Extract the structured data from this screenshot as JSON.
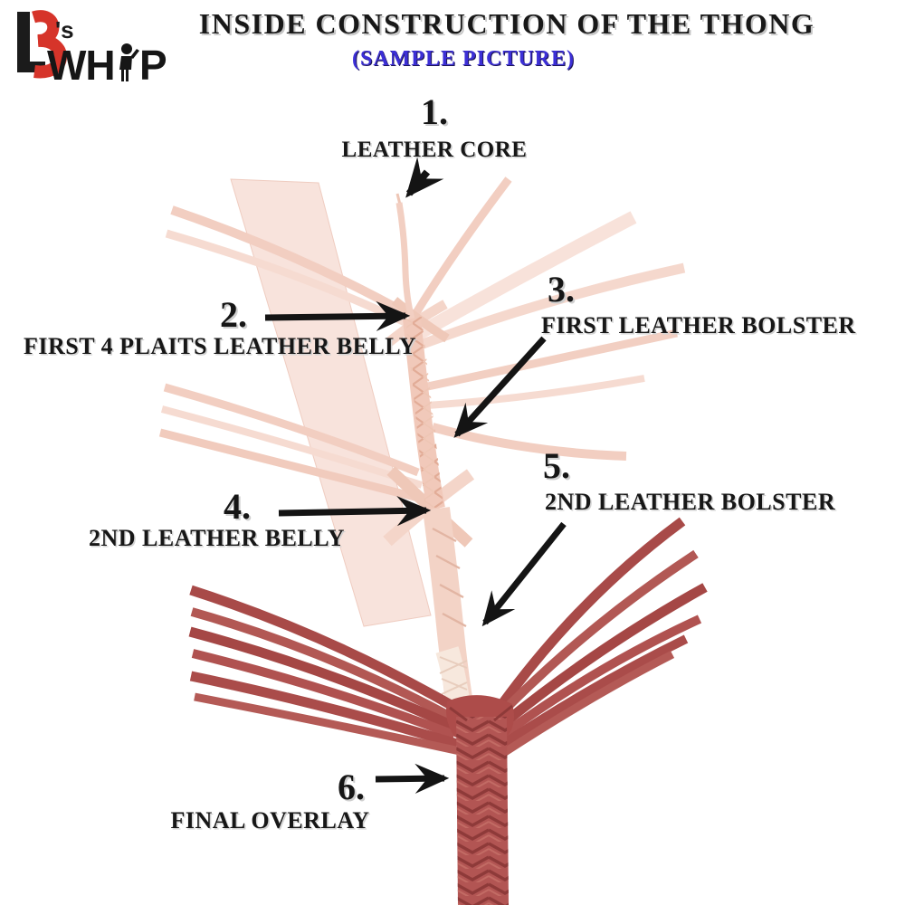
{
  "logo": {
    "apostrophe_s": "'s",
    "whip_left": "WH",
    "whip_right": "P"
  },
  "header": {
    "title": "INSIDE CONSTRUCTION OF THE THONG",
    "subtitle": "(SAMPLE PICTURE)"
  },
  "labels": [
    {
      "num": "1.",
      "text": "LEATHER CORE"
    },
    {
      "num": "2.",
      "text": "FIRST 4 PLAITS LEATHER BELLY"
    },
    {
      "num": "3.",
      "text": "FIRST LEATHER BOLSTER"
    },
    {
      "num": "4.",
      "text": "2ND LEATHER BELLY"
    },
    {
      "num": "5.",
      "text": "2ND LEATHER BOLSTER"
    },
    {
      "num": "6.",
      "text": "FINAL OVERLAY"
    }
  ],
  "colors": {
    "background": "#ffffff",
    "annotation_black": "#141414",
    "subtitle_blue": "#3c2fd6",
    "logo_black": "#1b1b1b",
    "logo_red": "#d6342a",
    "pale_leather": "#f5d6cb",
    "pale_leather_shade": "#e2ac97",
    "red_leather": "#ad4d4b",
    "red_leather_dark": "#8e3a39"
  }
}
